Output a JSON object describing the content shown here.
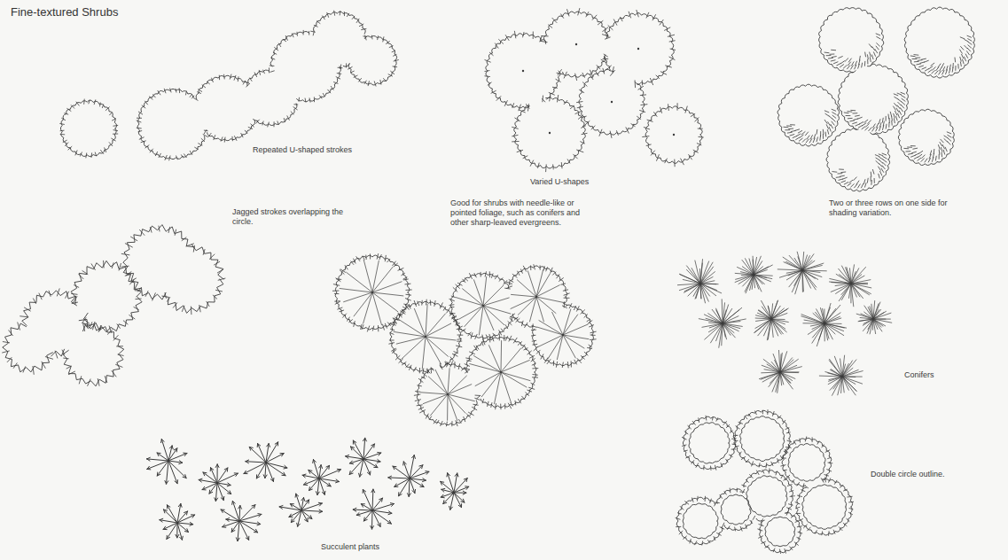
{
  "diagram": {
    "title": "Fine-textured Shrubs",
    "labels": [
      "Repeated U-shaped strokes",
      "Varied U-shapes",
      "Two or three rows on one side for shading variation.",
      "Jagged strokes overlapping the circle.",
      "Good for shrubs with needle-like or pointed foliage, such as conifers and other sharp-leaved evergreens.",
      "Conifers",
      "Succulent plants",
      "Double circle outline."
    ]
  }
}
